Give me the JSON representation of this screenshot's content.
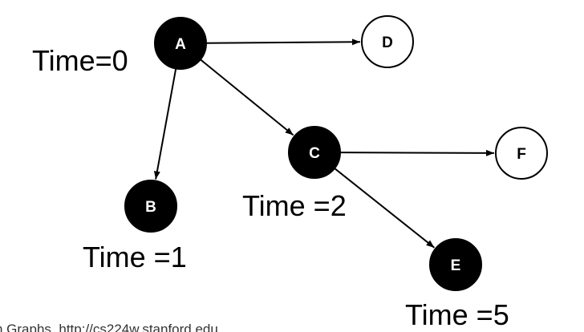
{
  "nodes": [
    {
      "id": "A",
      "label": "A",
      "filled": true
    },
    {
      "id": "B",
      "label": "B",
      "filled": true
    },
    {
      "id": "C",
      "label": "C",
      "filled": true
    },
    {
      "id": "D",
      "label": "D",
      "filled": false
    },
    {
      "id": "E",
      "label": "E",
      "filled": true
    },
    {
      "id": "F",
      "label": "F",
      "filled": false
    }
  ],
  "edges": [
    {
      "from": "A",
      "to": "D"
    },
    {
      "from": "A",
      "to": "B"
    },
    {
      "from": "A",
      "to": "C"
    },
    {
      "from": "C",
      "to": "F"
    },
    {
      "from": "C",
      "to": "E"
    }
  ],
  "time_labels": {
    "a": "Time=0",
    "b": "Time =1",
    "c": "Time =2",
    "e": "Time =5"
  },
  "footer": {
    "text": "h Graphs, http://cs224w.stanford.edu"
  },
  "colors": {
    "filled_node": "#000000",
    "open_node_fill": "#ffffff",
    "node_stroke": "#000000",
    "edge": "#000000"
  }
}
